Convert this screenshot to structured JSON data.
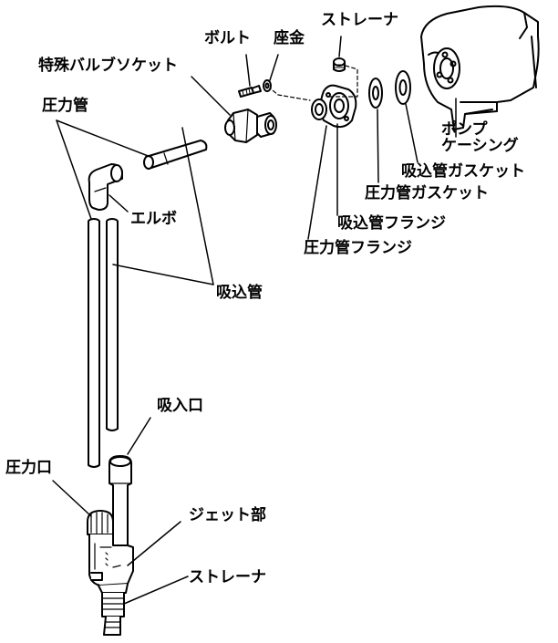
{
  "labels": {
    "bolt": "ボルト",
    "washer": "座金",
    "strainer_top": "ストレーナ",
    "special_valve_socket": "特殊バルブソケット",
    "pressure_pipe_top": "圧力管",
    "pump_casing_line1": "ポンプ",
    "pump_casing_line2": "ケーシング",
    "suction_pipe_gasket": "吸込管ガスケット",
    "pressure_pipe_gasket": "圧力管ガスケット",
    "suction_pipe_flange": "吸込管フランジ",
    "pressure_pipe_flange": "圧力管フランジ",
    "elbow": "エルボ",
    "suction_pipe": "吸込管",
    "inlet": "吸入口",
    "pressure_port": "圧力口",
    "jet_section": "ジェット部",
    "strainer_bottom": "ストレーナ"
  }
}
